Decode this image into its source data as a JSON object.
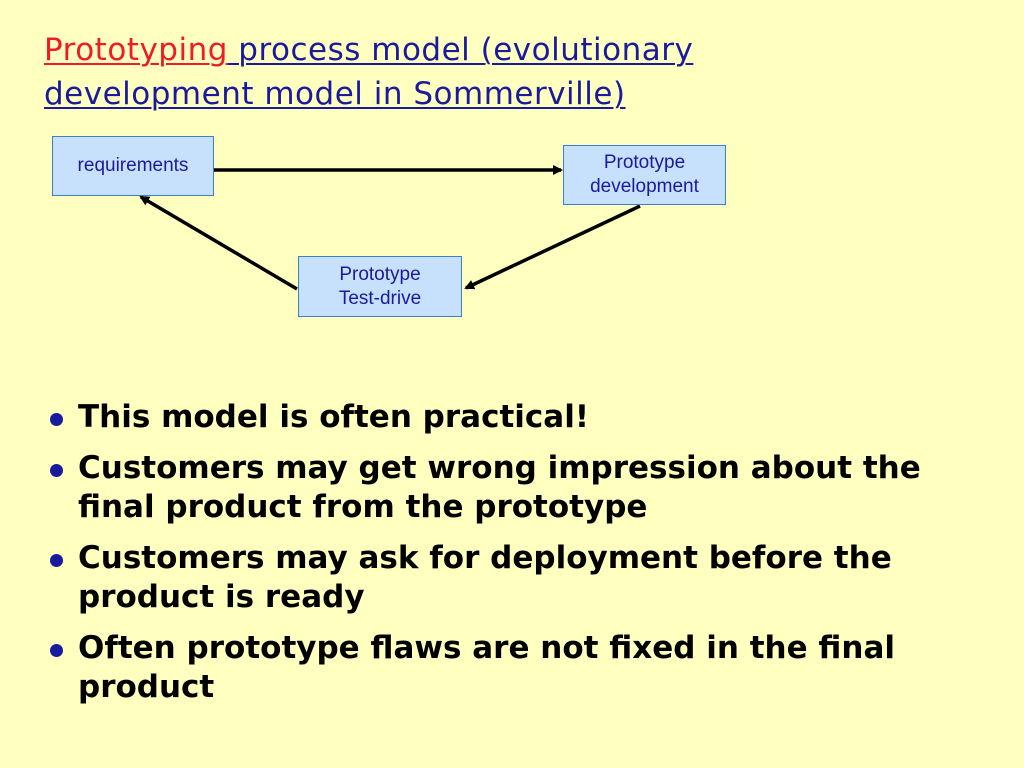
{
  "title": {
    "accent": "Prototyping",
    "rest_line1": " process model (evolutionary",
    "rest_line2": "development model in Sommerville)"
  },
  "diagram": {
    "boxes": {
      "requirements": {
        "line1": "requirements",
        "line2": ""
      },
      "development": {
        "line1": "Prototype",
        "line2": "development"
      },
      "test_drive": {
        "line1": "Prototype",
        "line2": "Test-drive"
      }
    }
  },
  "bullets": [
    "This model is often practical!",
    "Customers may get wrong impression about the final product from the prototype",
    "Customers may ask for deployment before the product is ready",
    "Often prototype flaws are not fixed in the final product"
  ],
  "colors": {
    "background": "#ffffc0",
    "title": "#1a1a9e",
    "title_accent": "#ee1c24",
    "box_fill": "#c7e0fb",
    "box_border": "#3b7fd1",
    "arrow": "#000000",
    "bullet_dot": "#1a1a9e"
  }
}
